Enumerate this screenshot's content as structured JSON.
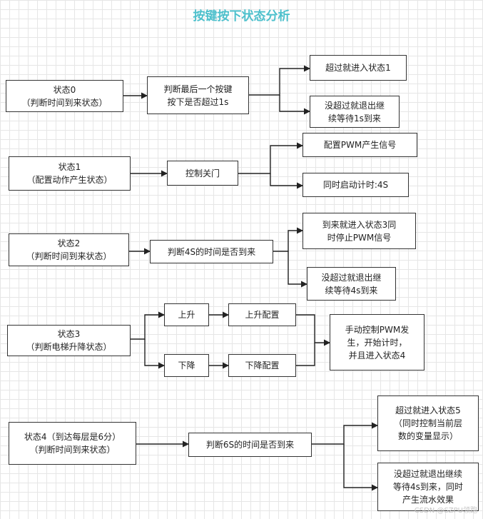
{
  "title": "按键按下状态分析",
  "diagram": {
    "s0": {
      "state": "状态0\n（判断时间到来状态）",
      "check": "判断最后一个按键\n按下是否超过1s",
      "yes": "超过就进入状态1",
      "no": "没超过就退出继\n续等待1s到来"
    },
    "s1": {
      "state": "状态1\n（配置动作产生状态）",
      "action": "控制关门",
      "out1": "配置PWM产生信号",
      "out2": "同时启动计时:4S"
    },
    "s2": {
      "state": "状态2\n（判断时间到来状态）",
      "check": "判断4S的时间是否到来",
      "yes": "到来就进入状态3同\n时停止PWM信号",
      "no": "没超过就退出继\n续等待4s到来"
    },
    "s3": {
      "state": "状态3\n（判断电梯升降状态）",
      "up": "上升",
      "up_cfg": "上升配置",
      "down": "下降",
      "down_cfg": "下降配置",
      "result": "手动控制PWM发\n生，开始计时，\n并且进入状态4"
    },
    "s4": {
      "state": "状态4（到达每层是6分）\n（判断时间到来状态）",
      "check": "判断6S的时间是否到来",
      "yes": "超过就进入状态5\n（同时控制当前层\n数的变量显示）",
      "no": "没超过就退出继续\n等待4s到来，同时\n产生流水效果"
    }
  },
  "watermark": "CSDN @SZPU领跑"
}
